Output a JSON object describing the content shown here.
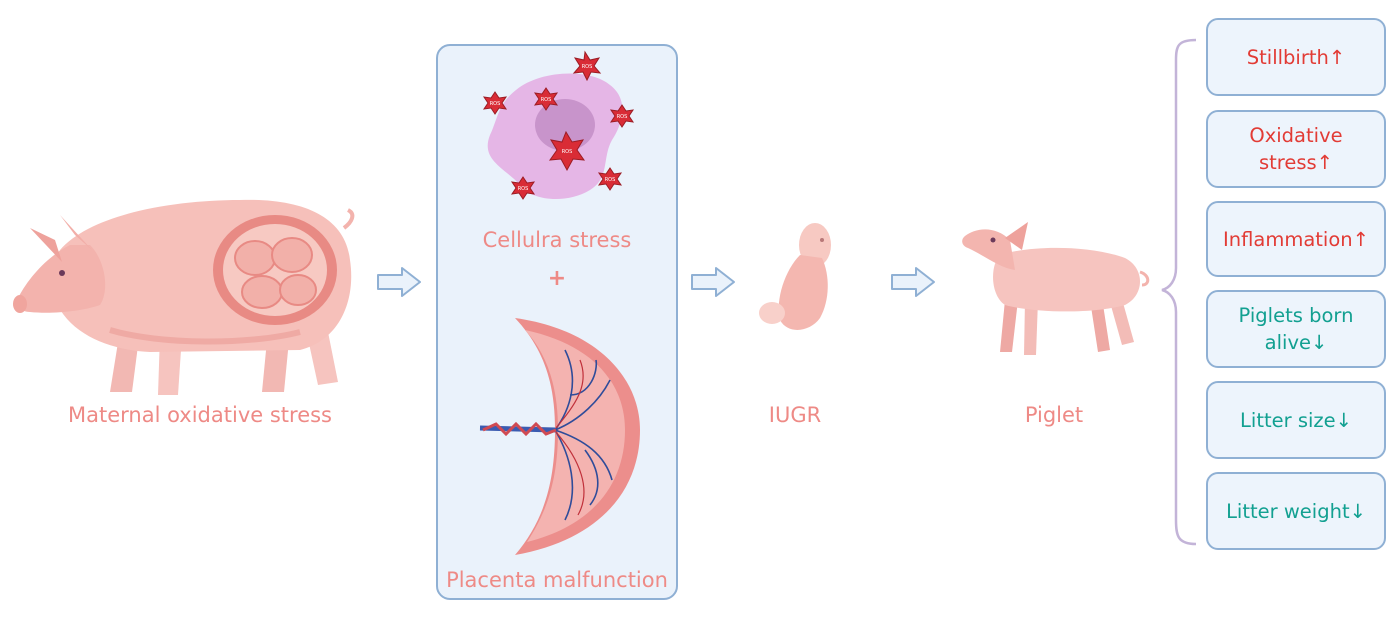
{
  "stages": {
    "maternal": "Maternal oxidative stress",
    "cellular": "Cellulra stress",
    "plus": "+",
    "placenta": "Placenta malfunction",
    "iugr": "IUGR",
    "piglet": "Piglet"
  },
  "ros_label": "ROS",
  "colors": {
    "label_pink": "#ee8a86",
    "box_border": "#8fb0d4",
    "box_fill": "#eaf2fb",
    "increase": "#e23b35",
    "decrease": "#12a091"
  },
  "outcomes": [
    {
      "text": "Stillbirth↑",
      "direction": "up"
    },
    {
      "text": "Oxidative stress↑",
      "line1": "Oxidative",
      "line2": "stress↑",
      "direction": "up"
    },
    {
      "text": "Inflammation↑",
      "direction": "up"
    },
    {
      "text": "Piglets born alive↓",
      "line1": "Piglets born",
      "line2": "alive↓",
      "direction": "down"
    },
    {
      "text": "Litter size↓",
      "direction": "down"
    },
    {
      "text": "Litter weight↓",
      "direction": "down"
    }
  ]
}
